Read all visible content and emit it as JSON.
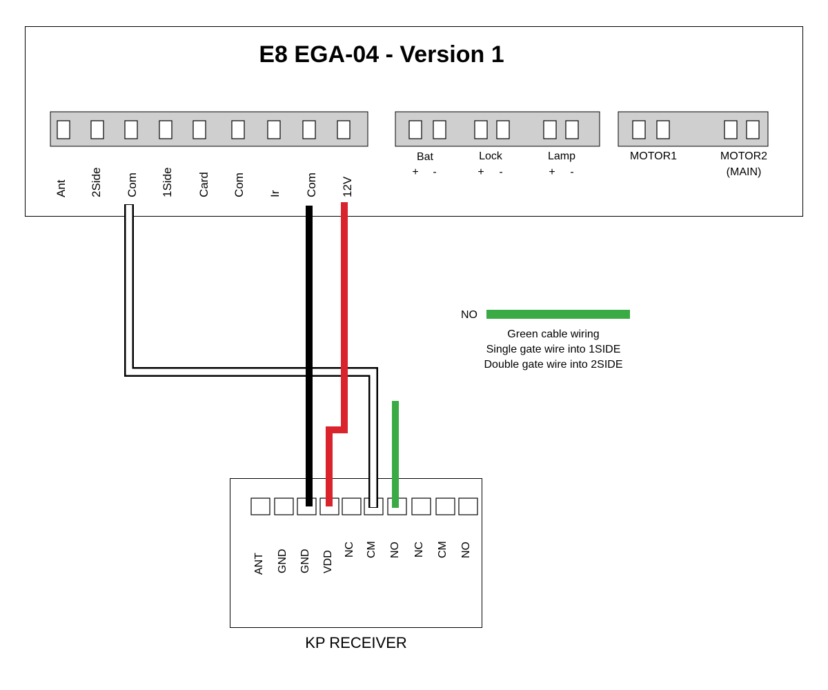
{
  "board": {
    "title": "E8 EGA-04 - Version 1",
    "left_terminals": [
      "Ant",
      "2Side",
      "Com",
      "1Side",
      "Card",
      "Com",
      "Ir",
      "Com",
      "12V"
    ],
    "power": {
      "bat": "Bat",
      "lock": "Lock",
      "lamp": "Lamp",
      "plus": "+",
      "minus": "-"
    },
    "motor1": "MOTOR1",
    "motor2": "MOTOR2",
    "motor2_sub": "(MAIN)"
  },
  "receiver": {
    "title": "KP RECEIVER",
    "terminals": [
      "ANT",
      "GND",
      "GND",
      "VDD",
      "NC",
      "CM",
      "NO",
      "NC",
      "CM",
      "NO"
    ]
  },
  "legend": {
    "label": "NO",
    "line1": "Green cable wiring",
    "line2": "Single gate wire into 1SIDE",
    "line3": "Double gate wire into 2SIDE"
  },
  "colors": {
    "red_wire": "#d9232d",
    "black_wire": "#000000",
    "green_wire": "#3aaa45",
    "white_wire": "#ffffff",
    "strip_gray": "#cfcfcf"
  }
}
